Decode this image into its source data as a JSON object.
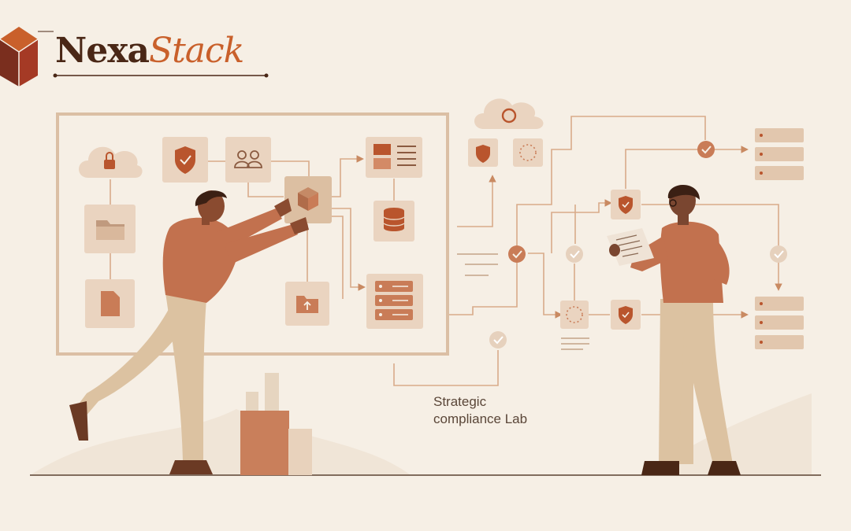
{
  "brand": {
    "part1": "Nexa",
    "part2": "Stack"
  },
  "caption": {
    "line1": "Strategic",
    "line2": "compliance Lab"
  },
  "colors": {
    "background": "#f6efe5",
    "accent": "#c9602b",
    "dark_brown": "#4a2716",
    "line": "#d8ab8a",
    "tile": "#ead4c0"
  }
}
